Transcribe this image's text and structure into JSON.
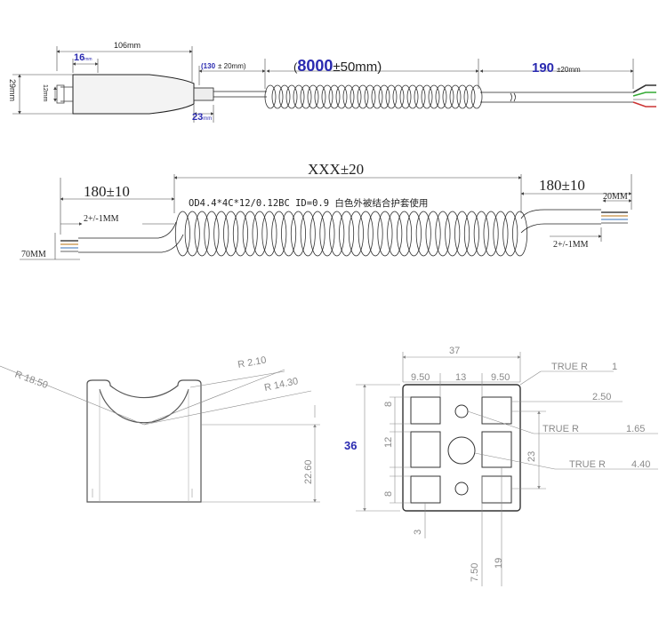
{
  "colors": {
    "line": "#222222",
    "dim_gray": "#8a8a8a",
    "accent_blue": "#2a2ab0",
    "accent_red": "#cc3333",
    "wire_green": "#33aa33",
    "bg": "#ffffff"
  },
  "cable1": {
    "dim_overall": "106mm",
    "dim_16": "16",
    "dim_16_unit": "mm",
    "dim_29": "29mm",
    "dim_12": "12mm",
    "dim_23": "23",
    "dim_23_unit": "mm",
    "dim_130_open": "(130",
    "dim_130_rest": "±  20mm)",
    "dim_8000_open": "(",
    "dim_8000_value": "8000",
    "dim_8000_rest": "±50mm)",
    "dim_190_value": "190",
    "dim_190_rest": "±20mm"
  },
  "cable2": {
    "dim_left": "180±10",
    "dim_center": "XXX±20",
    "dim_right": "180±10",
    "spec": "OD4.4*4C*12/0.12BC ID=0.9 白色外被结合护套使用",
    "dim_left_strip": "2+/-1MM",
    "dim_left_70": "70MM",
    "dim_right_20": "20MM",
    "dim_right_strip": "2+/-1MM"
  },
  "clip": {
    "r_outer": "R 18.50",
    "r_tip": "R 2.10",
    "r_inner": "R 14.30",
    "height": "22.60"
  },
  "plate": {
    "width": "37",
    "height": "36",
    "w_950_left": "9.50",
    "w_13": "13",
    "w_950_right": "9.50",
    "true_r_1_label": "TRUE R",
    "true_r_1_value": "1",
    "dim_250": "2.50",
    "true_r_165_label": "TRUE R",
    "true_r_165_value": "1.65",
    "true_r_440_label": "TRUE R",
    "true_r_440_value": "4.40",
    "h_8_top": "8",
    "h_12": "12",
    "h_8_bottom": "8",
    "dim_23": "23",
    "dim_3": "3",
    "dim_750": "7.50",
    "dim_19": "19"
  }
}
